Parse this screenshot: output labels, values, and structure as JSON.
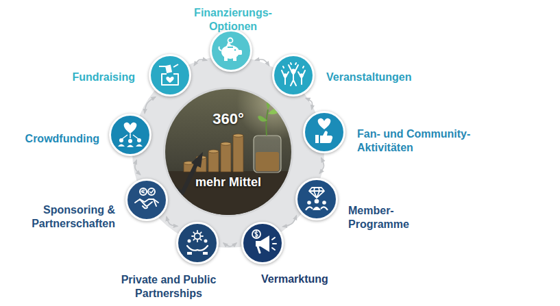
{
  "diagram": {
    "nodes": [
      {
        "text": [
          "360°",
          "mehr Mittel"
        ]
      },
      {
        "text": [
          "Finanzierungs- Optionen"
        ]
      },
      {
        "text": [
          "Veranstaltungen"
        ]
      },
      {
        "text": [
          "Fan- und Community- Aktivitäten"
        ]
      },
      {
        "text": [
          "Member- Programme"
        ]
      },
      {
        "text": [
          "Vermarktung"
        ]
      },
      {
        "text": [
          "Private and Public Partnerships"
        ]
      },
      {
        "text": [
          "Sponsoring & Partnerschaften"
        ]
      },
      {
        "text": [
          "Crowdfunding"
        ]
      },
      {
        "text": [
          "Fundraising"
        ]
      }
    ],
    "edges": [
      {
        "from": 1,
        "to": 2,
        "arrow": "both"
      },
      {
        "from": 2,
        "to": 3,
        "arrow": "both"
      },
      {
        "from": 3,
        "to": 4,
        "arrow": "both"
      },
      {
        "from": 4,
        "to": 5,
        "arrow": "both"
      },
      {
        "from": 5,
        "to": 6,
        "arrow": "both"
      },
      {
        "from": 6,
        "to": 7,
        "arrow": "both"
      },
      {
        "from": 7,
        "to": 8,
        "arrow": "both"
      },
      {
        "from": 8,
        "to": 9,
        "arrow": "both"
      },
      {
        "from": 9,
        "to": 1,
        "arrow": "both"
      }
    ]
  }
}
